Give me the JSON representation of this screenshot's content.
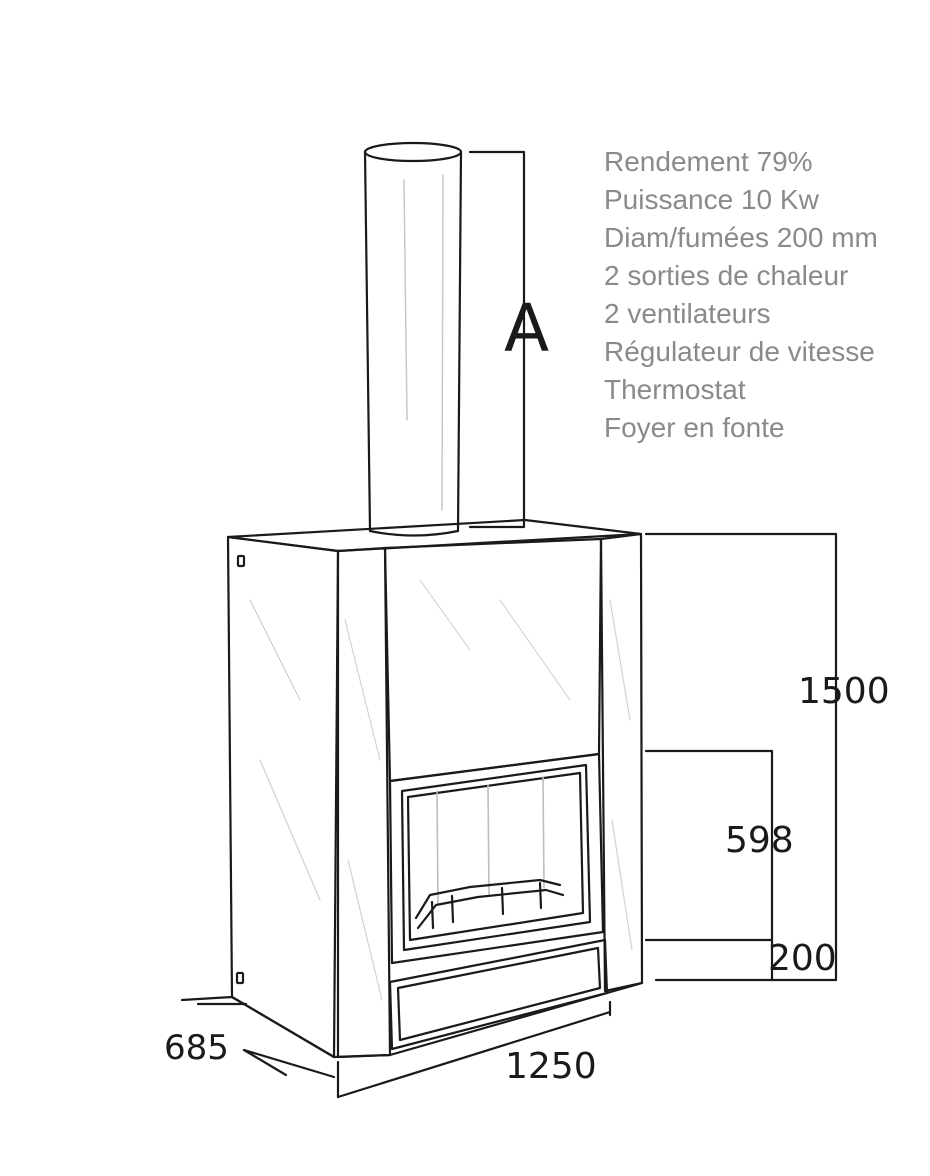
{
  "specs": [
    "Rendement 79%",
    "Puissance 10 Kw",
    "Diam/fumées 200 mm",
    "2 sorties de chaleur",
    "2 ventilateurs",
    "Régulateur de vitesse",
    "Thermostat",
    "Foyer en fonte"
  ],
  "dimensions": {
    "flue_height": "A",
    "total_height": "1500",
    "door_height": "598",
    "base_height": "200",
    "depth": "685",
    "width": "1250"
  },
  "colors": {
    "line": "#1a1a1a",
    "spec_text": "#8a8a8a"
  }
}
